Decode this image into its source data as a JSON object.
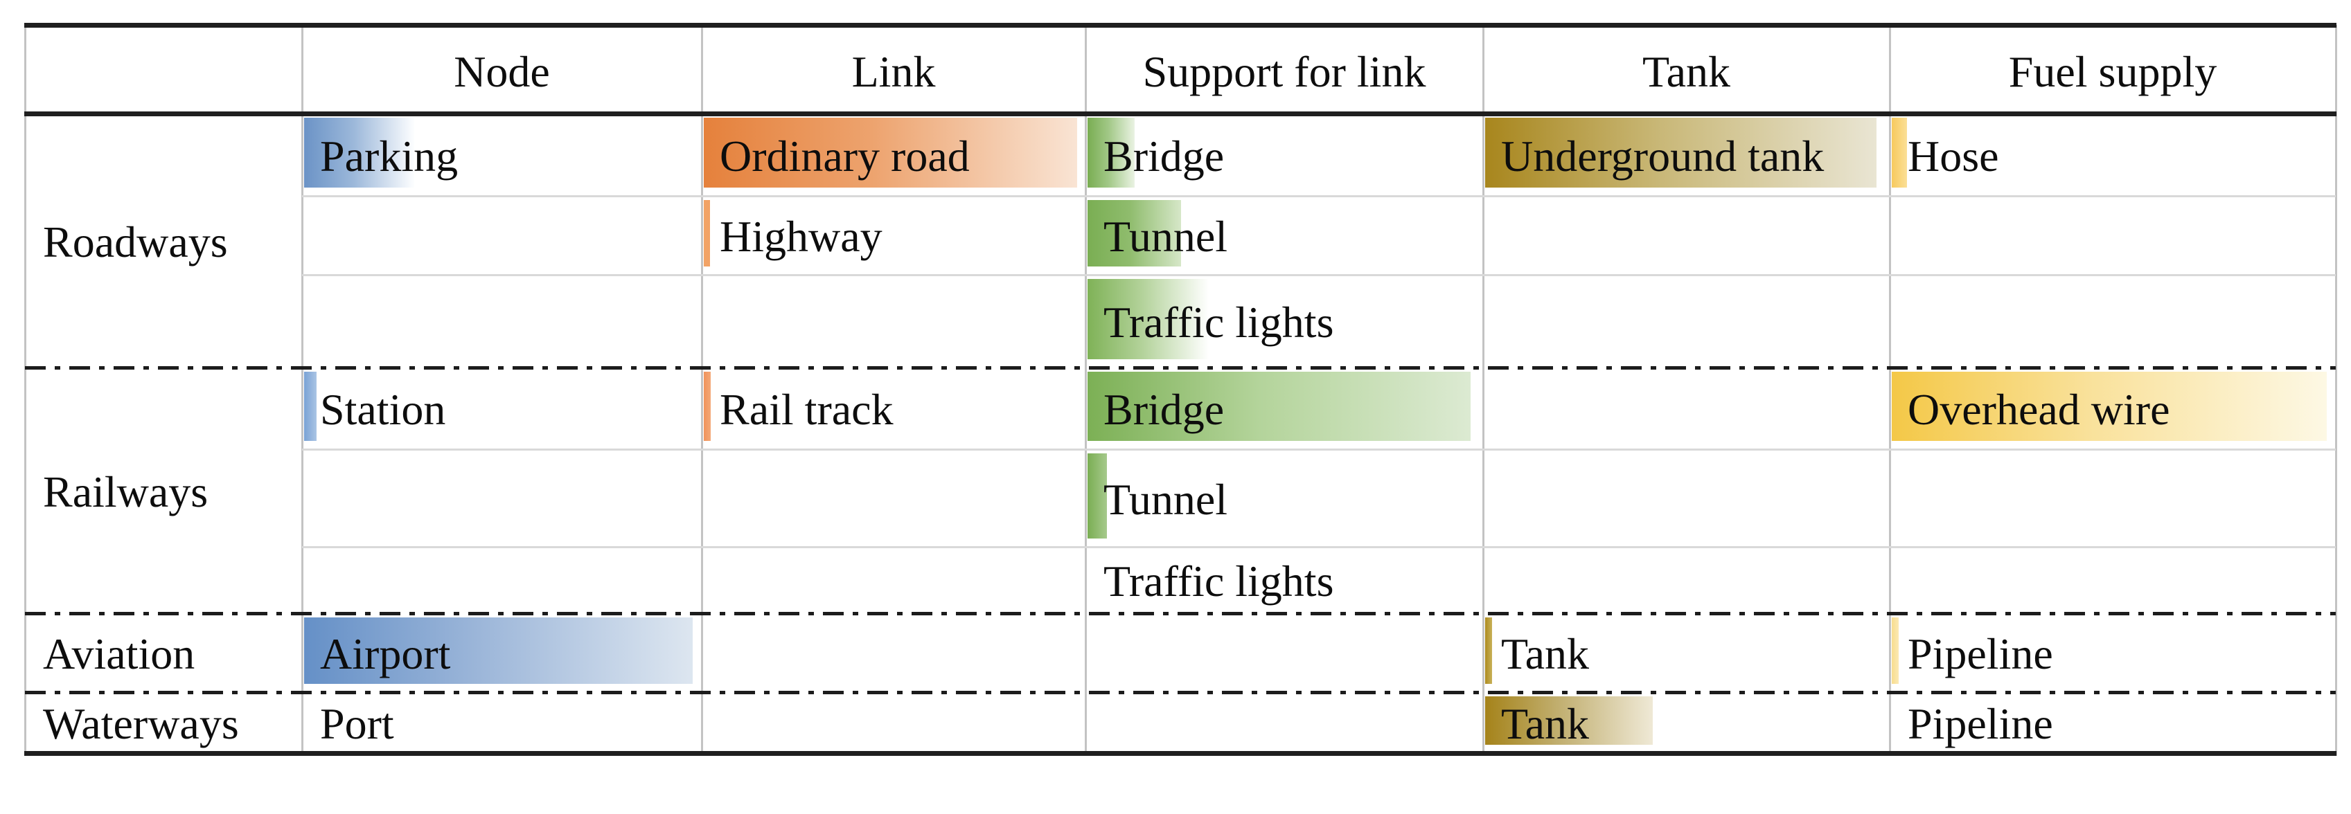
{
  "table": {
    "columns": [
      {
        "label": ""
      },
      {
        "label": "Node"
      },
      {
        "label": "Link"
      },
      {
        "label": "Support for link"
      },
      {
        "label": "Tank"
      },
      {
        "label": "Fuel supply"
      }
    ],
    "groups": [
      {
        "label": "Roadways",
        "rows": [
          {
            "cells": [
              {
                "col": 1,
                "label": "Parking",
                "bar": {
                  "from": "#6b93c6",
                  "mid": "#9cb8da",
                  "to": "#fdfeff",
                  "width_pct": 28
                }
              },
              {
                "col": 2,
                "label": "Ordinary road",
                "bar": {
                  "from": "#e5813c",
                  "mid": "#eda36e",
                  "to": "#f9e4d4",
                  "width_pct": 99
                }
              },
              {
                "col": 3,
                "label": "Bridge",
                "bar": {
                  "from": "#79ad52",
                  "mid": "#a2c887",
                  "to": "#eaf3e3",
                  "width_pct": 12
                }
              },
              {
                "col": 4,
                "label": "Underground tank",
                "bar": {
                  "from": "#a8861d",
                  "mid": "#c9b878",
                  "to": "#e9e5d3",
                  "width_pct": 98
                }
              },
              {
                "col": 5,
                "label": "Hose",
                "bar": {
                  "from": "#f7ca5d",
                  "mid": null,
                  "to": "#fbdf97",
                  "width_pct": 3.4
                }
              }
            ]
          },
          {
            "cells": [
              {
                "col": 2,
                "label": "Highway",
                "bar": {
                  "from": "#f2a366",
                  "mid": null,
                  "to": "#f5b араб",
                  "to_fix": true,
                  "width_pct": 1.6
                }
              },
              {
                "col": 3,
                "label": "Tunnel",
                "bar": {
                  "from": "#7aae53",
                  "mid": "#8fbc6d",
                  "to": "#d6e7c8",
                  "width_pct": 24
                }
              }
            ]
          },
          {
            "cells": [
              {
                "col": 3,
                "label": "Traffic lights",
                "bar": {
                  "from": "#7fb257",
                  "mid": "#b3d29a",
                  "to": "#ffffff",
                  "width_pct": 31
                }
              }
            ]
          }
        ]
      },
      {
        "label": "Railways",
        "rows": [
          {
            "cells": [
              {
                "col": 1,
                "label": "Station",
                "bar": {
                  "from": "#7aa2d5",
                  "mid": null,
                  "to": "#aac5e4",
                  "width_pct": 3.2
                }
              },
              {
                "col": 2,
                "label": "Rail track",
                "bar": {
                  "from": "#f0935b",
                  "mid": null,
                  "to": "#f4a877",
                  "width_pct": 1.8
                }
              },
              {
                "col": 3,
                "label": "Bridge",
                "bar": {
                  "from": "#7cb055",
                  "mid": "#b4d49b",
                  "to": "#dcead2",
                  "width_pct": 98
                }
              },
              {
                "col": 5,
                "label": "Overhead wire",
                "bar": {
                  "from": "#f4c847",
                  "mid": "#f9e19a",
                  "to": "#fdf8e4",
                  "width_pct": 99
                }
              }
            ]
          },
          {
            "cells": [
              {
                "col": 3,
                "label": "Tunnel",
                "bar": {
                  "from": "#7aae53",
                  "mid": null,
                  "to": "#a6c98c",
                  "width_pct": 5
                }
              }
            ]
          },
          {
            "cells": [
              {
                "col": 3,
                "label": "Traffic lights"
              }
            ]
          }
        ]
      },
      {
        "label": "Aviation",
        "rows": [
          {
            "cells": [
              {
                "col": 1,
                "label": "Airport",
                "bar": {
                  "from": "#6590c7",
                  "mid": "#9cb6d9",
                  "to": "#dde6f0",
                  "width_pct": 99
                }
              },
              {
                "col": 4,
                "label": "Tank",
                "bar": {
                  "from": "#ad8b1f",
                  "mid": null,
                  "to": "#c8b159",
                  "width_pct": 1.8
                }
              },
              {
                "col": 5,
                "label": "Pipeline",
                "bar": {
                  "from": "#f8dd8e",
                  "mid": null,
                  "to": "#fbe9b4",
                  "width_pct": 1.5
                }
              }
            ]
          }
        ]
      },
      {
        "label": "Waterways",
        "rows": [
          {
            "cells": [
              {
                "col": 1,
                "label": "Port"
              },
              {
                "col": 4,
                "label": "Tank",
                "bar": {
                  "from": "#a5831a",
                  "mid": "#c2b072",
                  "to": "#efe9d6",
                  "width_pct": 42
                }
              },
              {
                "col": 5,
                "label": "Pipeline"
              }
            ]
          }
        ]
      }
    ],
    "styles": {
      "thick_line": "#1f1f1f",
      "grid_line_vertical": "#c3c3c3",
      "grid_line_horizontal": "#d9d9d9",
      "group_separator": "#1c1c1c",
      "text_color": "#0d0d0d"
    }
  }
}
